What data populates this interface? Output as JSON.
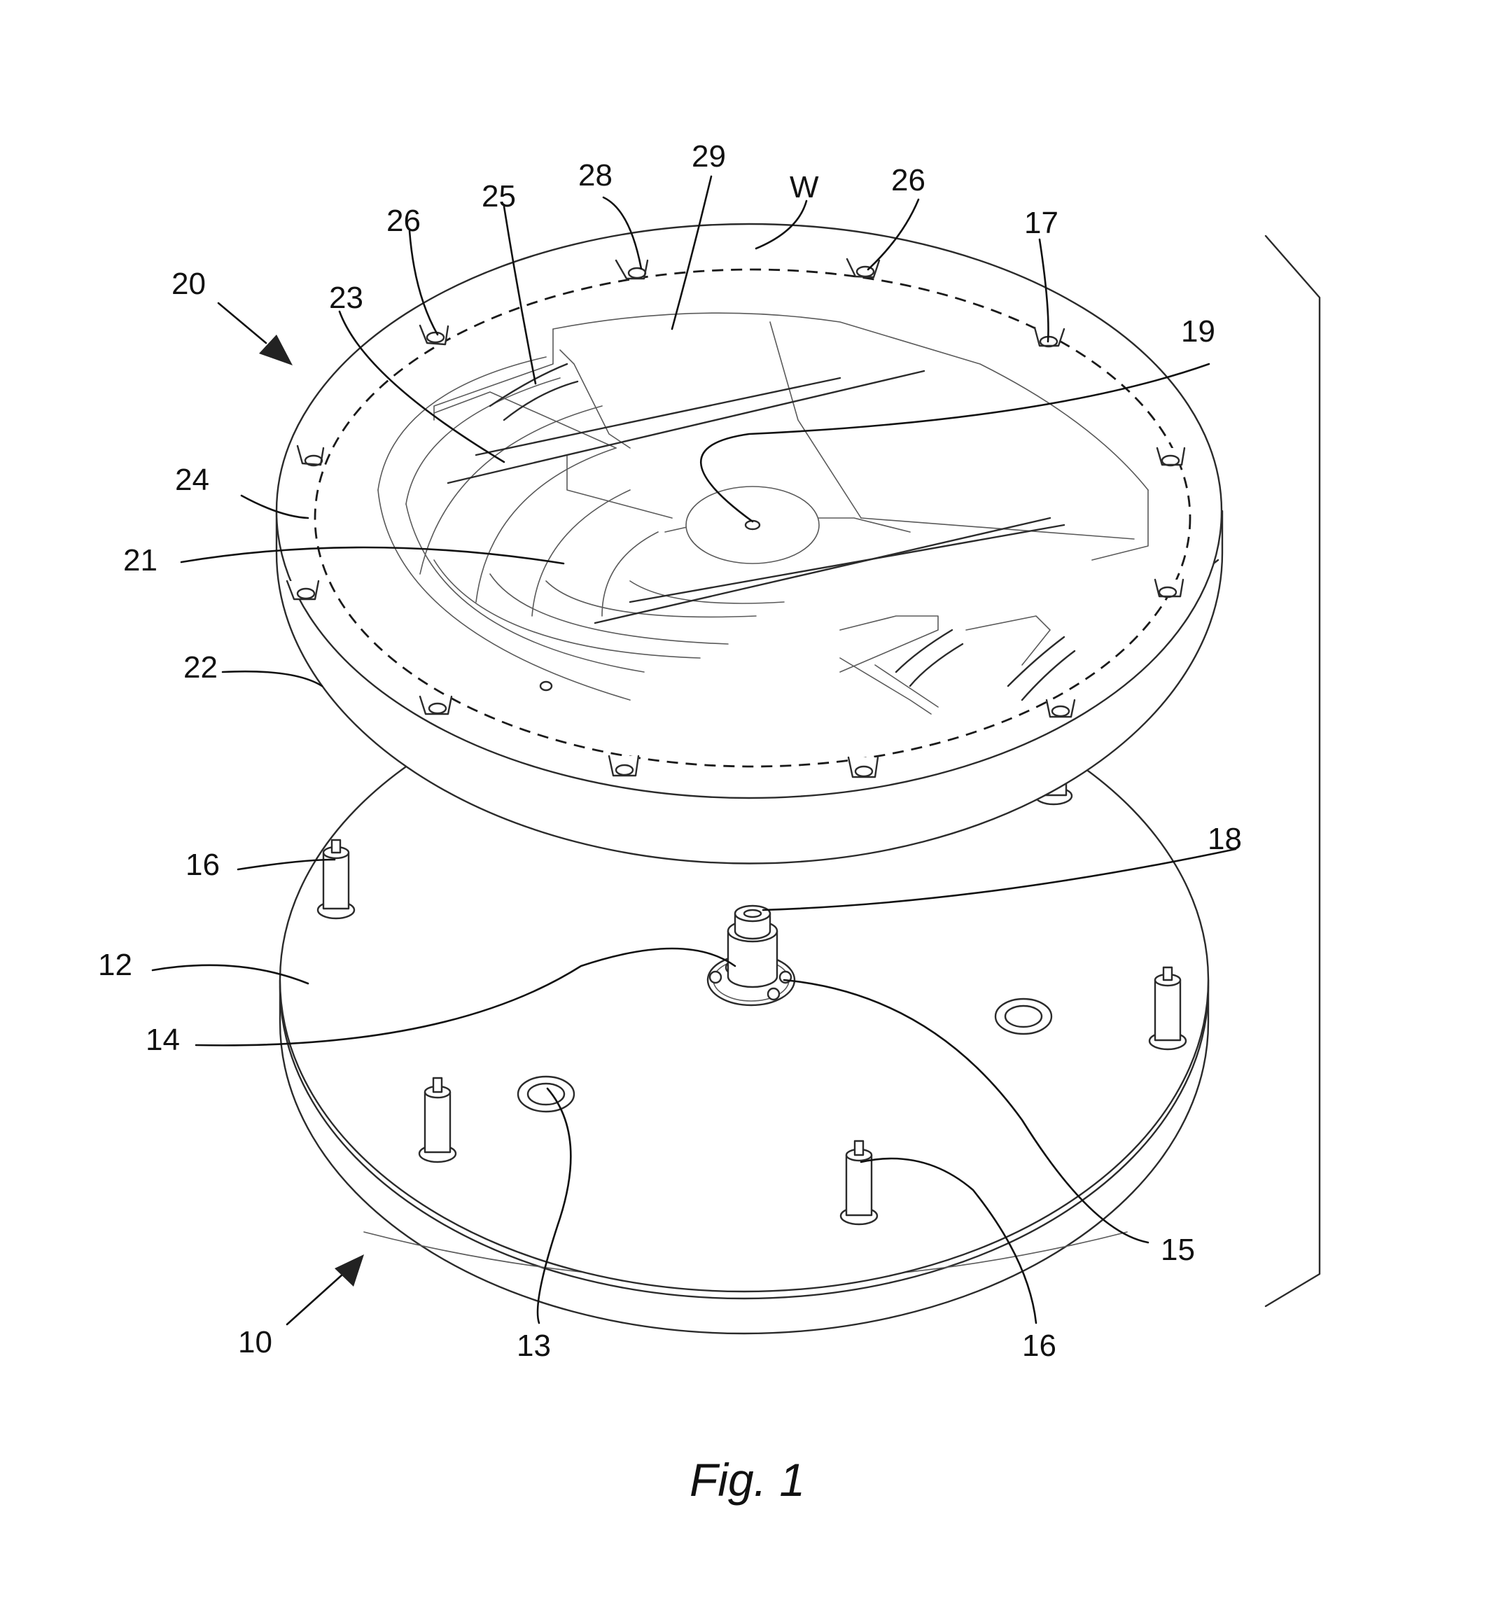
{
  "figure": {
    "caption": "Fig. 1",
    "labels": {
      "l20": "20",
      "l10": "10",
      "l26a": "26",
      "l25": "25",
      "l28": "28",
      "l29": "29",
      "lW": "W",
      "l26b": "26",
      "l17": "17",
      "l23": "23",
      "l19": "19",
      "l24": "24",
      "l21": "21",
      "l22": "22",
      "l16a": "16",
      "l18": "18",
      "l12": "12",
      "l14": "14",
      "l15": "15",
      "l13": "13",
      "l16b": "16"
    }
  }
}
